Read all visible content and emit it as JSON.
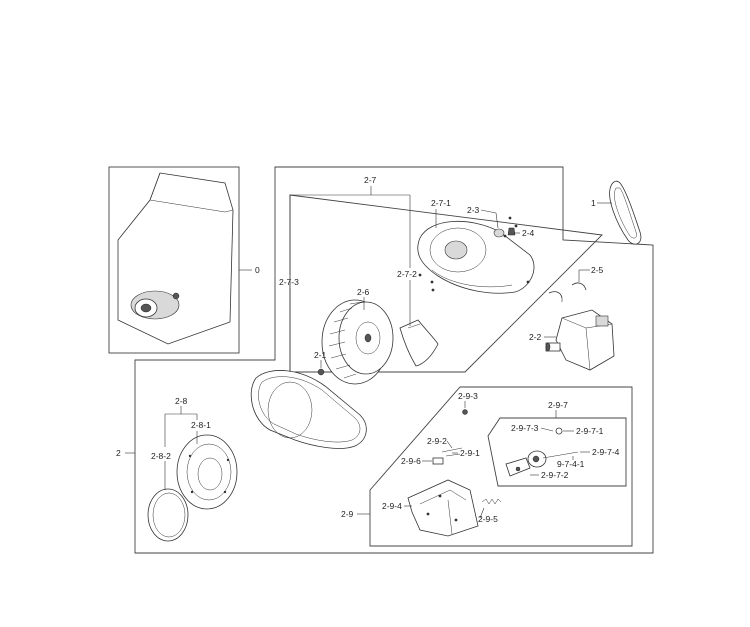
{
  "labels": {
    "l0": "0",
    "l1": "1",
    "l2": "2",
    "l2_1": "2-1",
    "l2_2": "2-2",
    "l2_3": "2-3",
    "l2_4": "2-4",
    "l2_5": "2-5",
    "l2_6": "2-6",
    "l2_7": "2-7",
    "l2_7_1": "2-7-1",
    "l2_7_2": "2-7-2",
    "l2_7_3": "2-7-3",
    "l2_8": "2-8",
    "l2_8_1": "2-8-1",
    "l2_8_2": "2-8-2",
    "l2_9": "2-9",
    "l2_9_1": "2-9-1",
    "l2_9_2": "2-9-2",
    "l2_9_3": "2-9-3",
    "l2_9_4": "2-9-4",
    "l2_9_5": "2-9-5",
    "l2_9_6": "2-9-6",
    "l2_9_7": "2-9-7",
    "l2_9_7_1": "2-9-7-1",
    "l2_9_7_2": "2-9-7-2",
    "l2_9_7_3": "2-9-7-3",
    "l2_9_7_4": "2-9-7-4",
    "l9_7_4_1": "9-7-4-1"
  }
}
